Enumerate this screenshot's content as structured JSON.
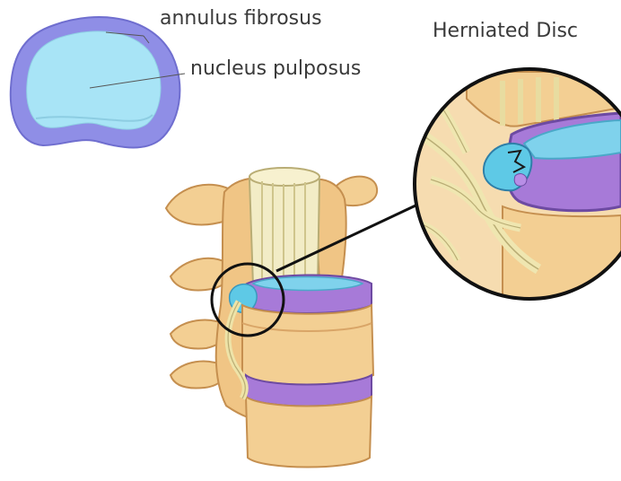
{
  "labels": {
    "annulus": "annulus fibrosus",
    "nucleus": "nucleus pulposus",
    "herniated": "Herniated Disc"
  },
  "colors": {
    "annulus_fill": "#8f8ee6",
    "nucleus_fill": "#a8e4f6",
    "bone": "#f3cf93",
    "bone_shadow": "#d9a567",
    "disc": "#a77ad8",
    "herniation": "#5ec9e6",
    "nerve": "#eee3a8",
    "outline": "#1a1a1a"
  },
  "icons": {
    "disc_cross_section": "disc-cross-section-icon",
    "spine": "lumbar-spine-illustration",
    "magnifier": "magnifier-circle"
  }
}
